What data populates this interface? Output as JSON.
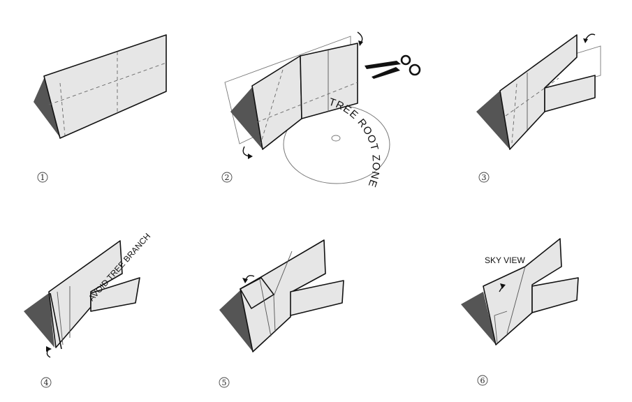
{
  "steps": [
    {
      "number": "1"
    },
    {
      "number": "2"
    },
    {
      "number": "3"
    },
    {
      "number": "4"
    },
    {
      "number": "5"
    },
    {
      "number": "6"
    }
  ],
  "annotations": {
    "tree_root_zone": "TREE ROOT ZONE",
    "avoid_tree_branch": "AVOID TREE BRANCH",
    "sky_view": "SKY VIEW"
  },
  "icons": {
    "scissors": "scissors-icon"
  }
}
